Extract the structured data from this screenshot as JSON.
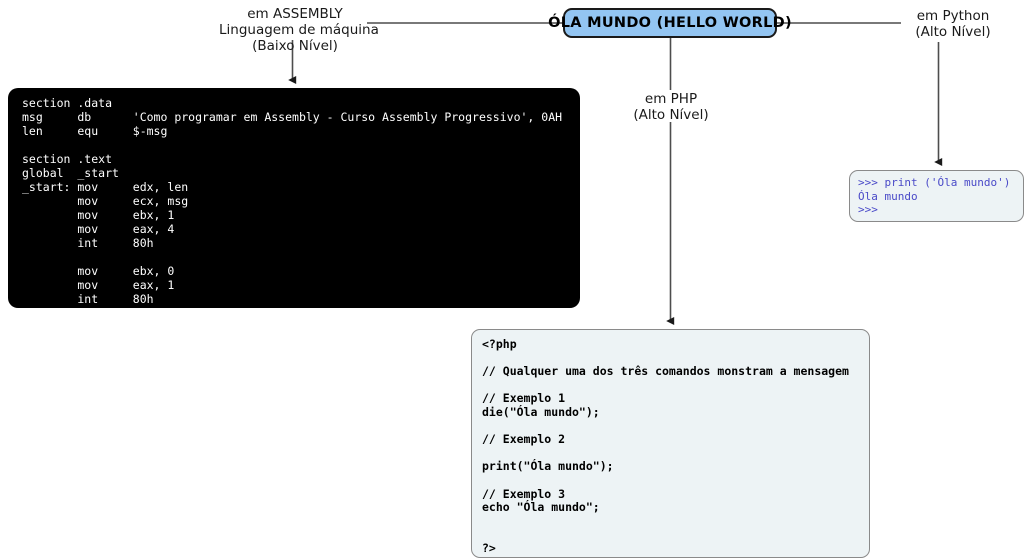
{
  "hub": {
    "label": "ÓLA MUNDO (HELLO WORLD)",
    "fill_color": "#93c5f2",
    "border_color": "#1a1a1a"
  },
  "branches": {
    "assembly": {
      "line1": "em ASSEMBLY",
      "line2": "Linguagem de máquina",
      "line3": "(Baixo Nível)"
    },
    "python": {
      "line1": "em Python",
      "line2": "(Alto Nível)"
    },
    "php": {
      "line1": "em PHP",
      "line2": "(Alto Nível)"
    }
  },
  "assembly_code": {
    "background_color": "#000000",
    "text_color": "#ffffff",
    "lines": [
      "section .data",
      "msg     db      'Como programar em Assembly - Curso Assembly Progressivo', 0AH",
      "len     equ     $-msg",
      "",
      "section .text",
      "global  _start",
      "_start: mov     edx, len",
      "        mov     ecx, msg",
      "        mov     ebx, 1",
      "        mov     eax, 4",
      "        int     80h",
      "",
      "        mov     ebx, 0",
      "        mov     eax, 1",
      "        int     80h"
    ]
  },
  "python_console": {
    "background_color": "#edf3f5",
    "text_color": "#4a4ac8",
    "border_color": "#8a8a8a",
    "lines": [
      ">>> print ('Óla mundo')",
      "Óla mundo",
      ">>>"
    ]
  },
  "php_code": {
    "background_color": "#edf3f5",
    "text_color": "#000000",
    "border_color": "#8a8a8a",
    "lines": [
      "<?php",
      "",
      "// Qualquer uma dos três comandos monstram a mensagem",
      "",
      "// Exemplo 1",
      "die(\"Óla mundo\");",
      "",
      "// Exemplo 2",
      "",
      "print(\"Óla mundo\");",
      "",
      "// Exemplo 3",
      "echo \"Óla mundo\";",
      "",
      "",
      "?>"
    ]
  },
  "connectors": {
    "line_color": "#4d4d4d",
    "arrow_color": "#1a1a1a"
  }
}
